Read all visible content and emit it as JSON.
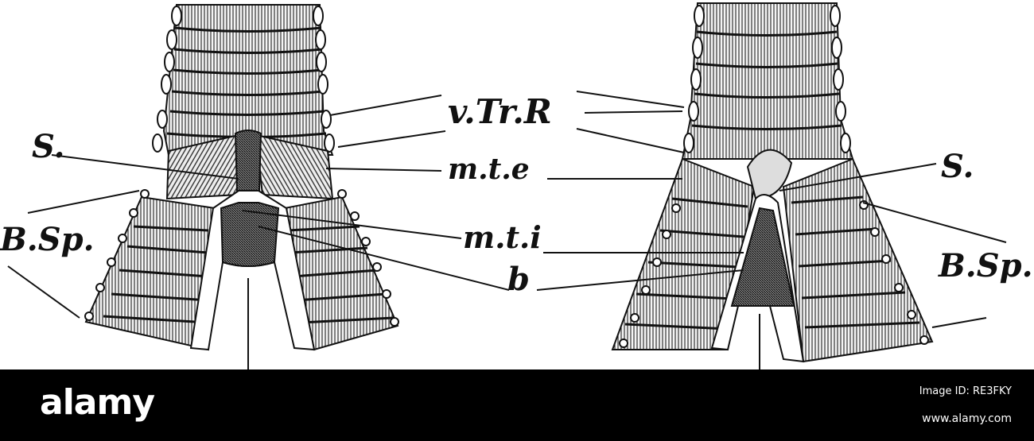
{
  "labels": {
    "v_tr_r": "v.Tr.R",
    "s_left": "S.",
    "s_right": "S.",
    "m_t_e": "m.t.e",
    "b_sp_left": "B.Sp.",
    "b_sp_right": "B.Sp.",
    "m_t_i": "m.t.i",
    "b": "b"
  },
  "footer": {
    "logo": "alamy",
    "image_id": "Image ID: RE3FKY",
    "site": "www.alamy.com"
  },
  "colors": {
    "ink": "#111111",
    "paper": "#ffffff",
    "footer_bg": "#000000"
  }
}
